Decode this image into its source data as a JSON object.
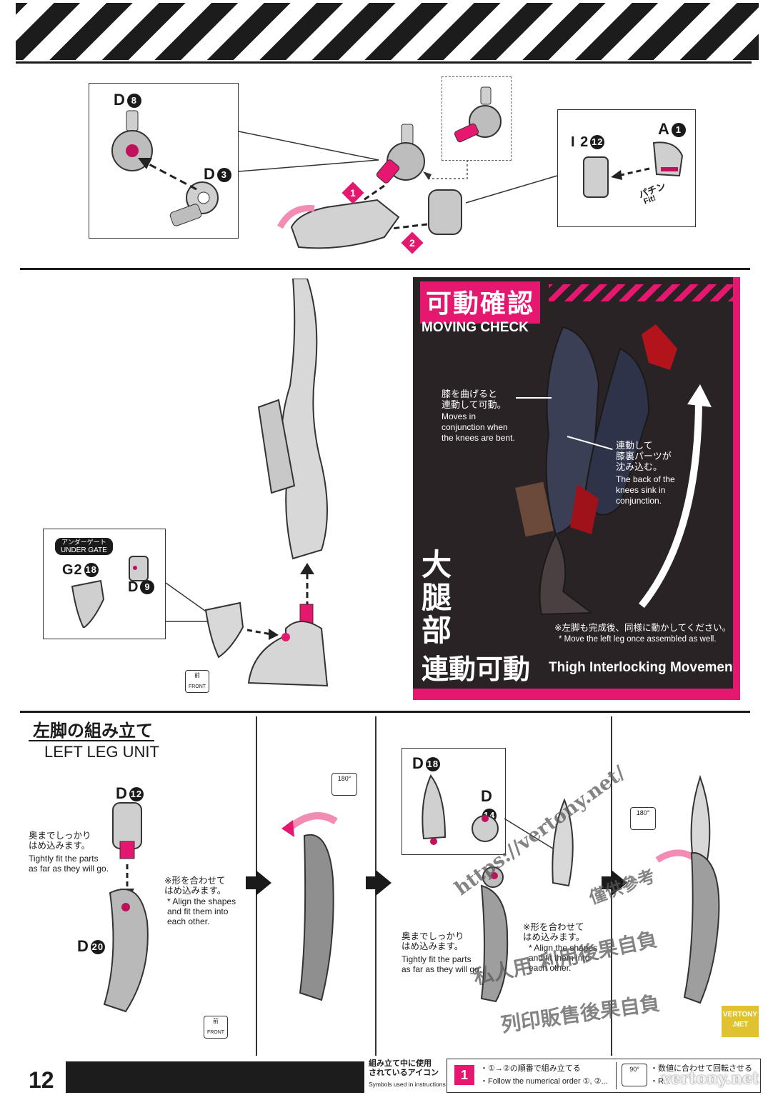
{
  "header": {
    "page_number": "12"
  },
  "top": {
    "left_inset": {
      "d8": "D",
      "d8_num": "8",
      "d3": "D",
      "d3_num": "3"
    },
    "right_inset": {
      "a1": "A",
      "a1_num": "1",
      "i2": "I 2",
      "i2_num": "12",
      "snap_jp": "パチン",
      "snap_en": "Fit!"
    },
    "steps": [
      "1",
      "2"
    ]
  },
  "middle": {
    "under_gate_jp": "アンダーゲート",
    "under_gate_en": "UNDER GATE",
    "g2": "G2",
    "g2_num": "18",
    "d9": "D",
    "d9_num": "9",
    "front_jp": "前",
    "front_en": "FRONT"
  },
  "moving_check": {
    "title_jp": "可動確認",
    "title_en": "MOVING CHECK",
    "note1_jp": "膝を曲げると\n連動して可動。",
    "note1_en": "Moves in\nconjunction when\nthe knees are bent.",
    "note2_jp": "連動して\n膝裏パーツが\n沈み込む。",
    "note2_en": "The back of the\nknees sink in\nconjunction.",
    "big_jp_vertical": "大腿部",
    "big_jp_last": "連動可動",
    "big_en": "Thigh Interlocking Movement",
    "note3_jp": "※左脚も完成後、同様に動かしてください。",
    "note3_en": "* Move the left leg once assembled as well."
  },
  "bottom": {
    "title_jp": "左脚の組み立て",
    "title_en": "LEFT LEG UNIT",
    "col1": {
      "d12": "D",
      "d12_num": "12",
      "d20": "D",
      "d20_num": "20",
      "tight_jp": "奥までしっかり\nはめ込みます。",
      "tight_en": "Tightly fit the parts\nas far as they will go.",
      "align_jp": "※形を合わせて\nはめ込みます。",
      "align_en": "* Align the shapes\nand fit them into\neach other.",
      "front_jp": "前",
      "front_en": "FRONT"
    },
    "col2": {
      "rotate": "180°"
    },
    "col3": {
      "d18": "D",
      "d18_num": "18",
      "d14": "D",
      "d14_num": "14",
      "tight_jp": "奥までしっかり\nはめ込みます。",
      "tight_en": "Tightly fit the parts\nas far as they will go.",
      "align_jp": "※形を合わせて\nはめ込みます。",
      "align_en": "* Align the shapes\nand fit them into\neach other."
    },
    "col4": {
      "rotate": "180°"
    }
  },
  "footer": {
    "symbols_jp": "組み立て中に使用\nされているアイコン",
    "symbols_en": "Symbols used in instructions",
    "order_badge": "1",
    "order_jp": "・①→②の順番で組み立てる",
    "order_en": "・Follow the numerical order ①, ②...",
    "rotate_badge": "90°",
    "rotate_jp": "・数値に合わせて回転させる",
    "rotate_en": "・R..."
  },
  "watermarks": {
    "url": "https://vertony.net/",
    "cn1": "僅供參考",
    "cn2": "私人用 利用後果自負",
    "cn3": "列印販售後果自負",
    "corner_badge": "VERTONY .NET",
    "corner_url": "vertony.net"
  },
  "colors": {
    "accent": "#e6176e",
    "dark": "#1c1c1c",
    "panel": "#2a2326"
  }
}
